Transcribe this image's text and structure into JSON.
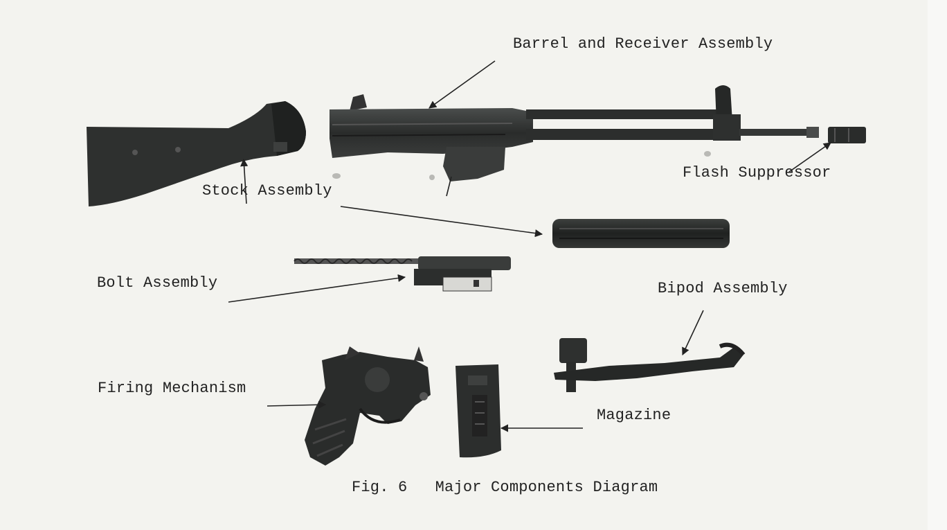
{
  "labels": {
    "barrel_receiver": "Barrel and Receiver Assembly",
    "flash_suppressor": "Flash Suppressor",
    "stock": "Stock Assembly",
    "bolt": "Bolt Assembly",
    "bipod": "Bipod Assembly",
    "firing_mechanism": "Firing Mechanism",
    "magazine": "Magazine"
  },
  "caption": "Fig. 6   Major Components Diagram"
}
